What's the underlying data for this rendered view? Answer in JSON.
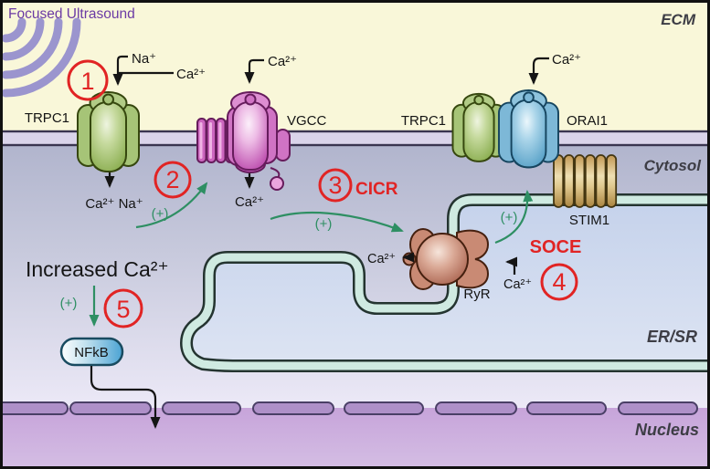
{
  "header": {
    "title": "Focused Ultrasound"
  },
  "regions": {
    "ecm": "ECM",
    "cytosol": "Cytosol",
    "er_sr": "ER/SR",
    "nucleus": "Nucleus"
  },
  "molecules": {
    "trpc1_left": "TRPC1",
    "vgcc": "VGCC",
    "trpc1_right": "TRPC1",
    "orai1": "ORAI1",
    "stim1": "STIM1",
    "ryr": "RyR",
    "nfkb": "NFkB"
  },
  "ions": {
    "na_in": "Na⁺",
    "ca_in_trpc1": "Ca²⁺",
    "ca_na_out": "Ca²⁺ Na⁺",
    "ca_in_vgcc": "Ca²⁺",
    "ca_out_vgcc": "Ca²⁺",
    "ca_in_orai1": "Ca²⁺",
    "ca_out_ryr": "Ca²⁺",
    "ca_in_ryr": "Ca²⁺",
    "increased_ca": "Increased Ca²⁺"
  },
  "steps": {
    "s1": "1",
    "s2": "2",
    "s3": "3",
    "s4": "4",
    "s5": "5"
  },
  "pathways": {
    "cicr": "CICR",
    "soce": "SOCE"
  },
  "plus_sign": "(+)",
  "colors": {
    "step_red": "#e12424",
    "stim_arrow_green": "#2e8f63",
    "ultrasound_purple": "#9b95ce",
    "ecm_cream": "#f9f7d9",
    "membrane_lavender": "#dad4ea",
    "er_teal": "#cfeae1",
    "nucleus_purple": "#c7a4da"
  }
}
